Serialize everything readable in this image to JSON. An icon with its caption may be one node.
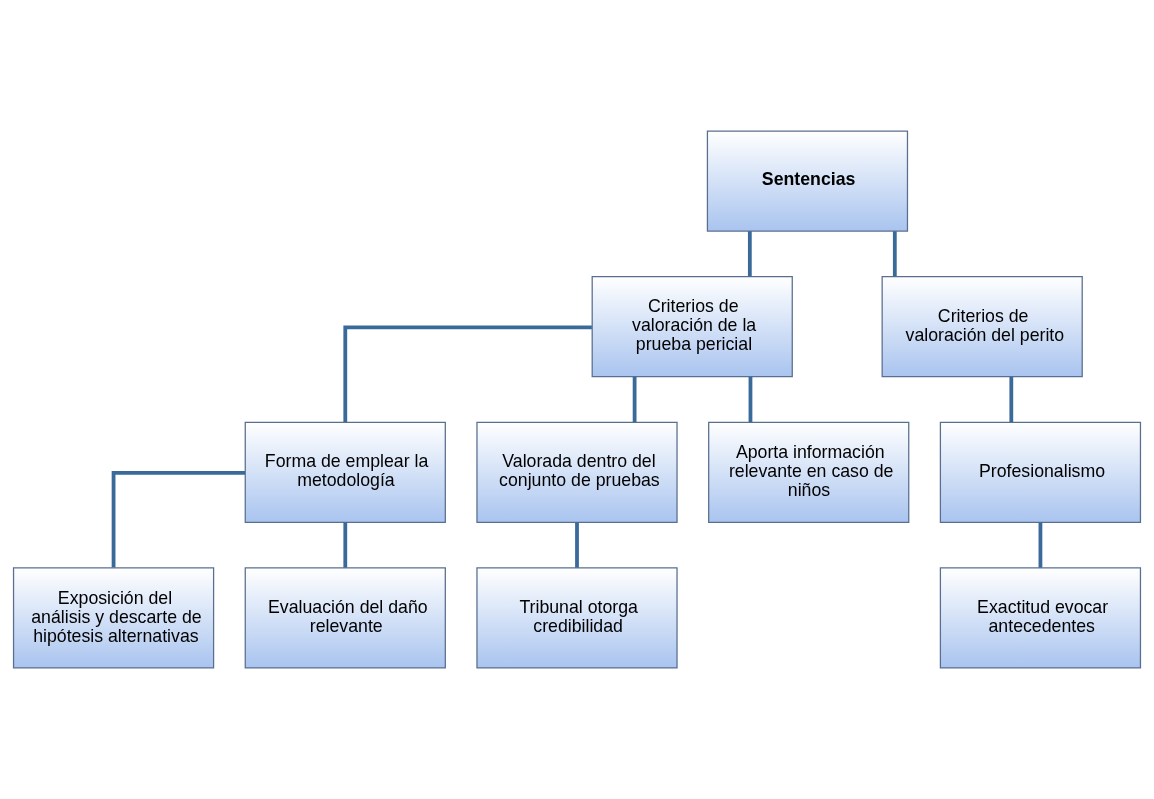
{
  "diagram": {
    "nodes": [
      {
        "text": [
          "Sentencias"
        ]
      },
      {
        "text": [
          "Criterios de valoración de la prueba pericial"
        ]
      },
      {
        "text": [
          "Criterios de valoración del perito"
        ]
      },
      {
        "text": [
          "Forma de emplear la metodología"
        ]
      },
      {
        "text": [
          "Valorada dentro del conjunto de pruebas"
        ]
      },
      {
        "text": [
          "Aporta información relevante en caso de niños"
        ]
      },
      {
        "text": [
          "Profesionalismo"
        ]
      },
      {
        "text": [
          "Exposición del análisis y descarte de hipótesis alternativas"
        ]
      },
      {
        "text": [
          "Evaluación del daño relevante"
        ]
      },
      {
        "text": [
          "Tribunal otorga credibilidad"
        ]
      },
      {
        "text": [
          "Exactitud evocar antecedentes"
        ]
      }
    ],
    "edges": [
      {
        "from": 0,
        "to": 1,
        "arrow": "none"
      },
      {
        "from": 0,
        "to": 2,
        "arrow": "none"
      },
      {
        "from": 1,
        "to": 3,
        "arrow": "none"
      },
      {
        "from": 1,
        "to": 4,
        "arrow": "none"
      },
      {
        "from": 1,
        "to": 5,
        "arrow": "none"
      },
      {
        "from": 2,
        "to": 6,
        "arrow": "none"
      },
      {
        "from": 3,
        "to": 7,
        "arrow": "none"
      },
      {
        "from": 3,
        "to": 8,
        "arrow": "none"
      },
      {
        "from": 4,
        "to": 9,
        "arrow": "none"
      },
      {
        "from": 6,
        "to": 10,
        "arrow": "none"
      }
    ]
  }
}
